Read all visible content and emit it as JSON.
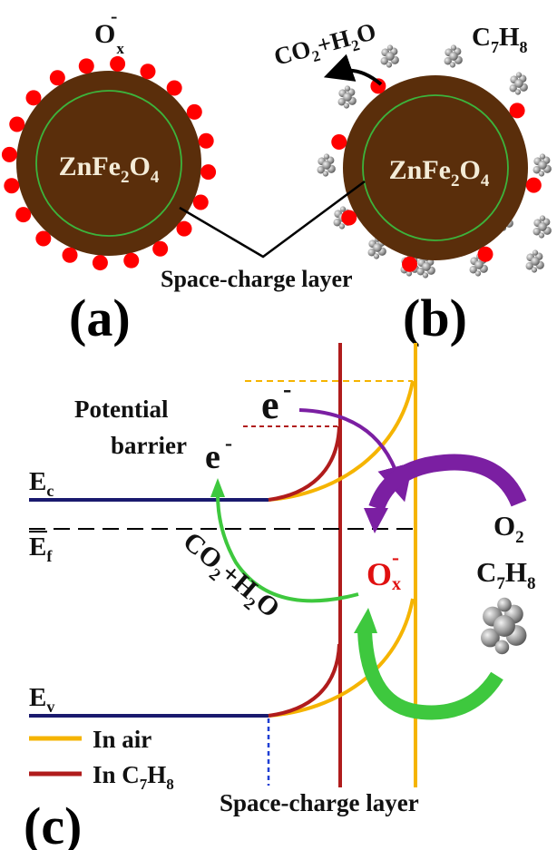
{
  "panel_a": {
    "label": "(a)",
    "particle": {
      "base": "ZnFe",
      "sub1": "2",
      "mid": "O",
      "sub2": "4"
    },
    "adsorbed": {
      "base": "O",
      "sup": "-",
      "sub": "x"
    }
  },
  "panel_b": {
    "label": "(b)",
    "particle": {
      "base": "ZnFe",
      "sub1": "2",
      "mid": "O",
      "sub2": "4"
    },
    "product": {
      "p1": "CO",
      "s1": "2",
      "p2": "+H",
      "s2": "2",
      "p3": "O"
    },
    "gas": {
      "p1": "C",
      "s1": "7",
      "p2": "H",
      "s2": "8"
    }
  },
  "shared": {
    "space_charge_label": "Space-charge layer"
  },
  "panel_c": {
    "label": "(c)",
    "potential_barrier": [
      "Potential",
      "barrier"
    ],
    "ec": {
      "base": "E",
      "sub": "c"
    },
    "ef": {
      "base": "E",
      "sub": "f"
    },
    "ev": {
      "base": "E",
      "sub": "v"
    },
    "electron": {
      "base": "e",
      "sup": "-"
    },
    "o2": {
      "base": "O",
      "sub": "2"
    },
    "ox": {
      "base": "O",
      "sup": "-",
      "sub": "x"
    },
    "c7h8": {
      "p1": "C",
      "s1": "7",
      "p2": "H",
      "s2": "8"
    },
    "co2h2o": {
      "p1": "CO",
      "s1": "2",
      "p2": "+H",
      "s2": "2",
      "p3": "O"
    },
    "legend": [
      {
        "label": "In air",
        "color": "#f5b400"
      },
      {
        "label_parts": {
          "p1": "In C",
          "s1": "7",
          "p2": "H",
          "s2": "8"
        },
        "color": "#b01c1c"
      }
    ],
    "space_charge_label": "Space-charge layer"
  },
  "colors": {
    "particle": "#5a2e0b",
    "particle_ring": "#3cb43c",
    "oxygen": "#ff0000",
    "band": "#1a1a6e",
    "air": "#f5b400",
    "toluene": "#b01c1c",
    "arrow_purple": "#7b1fa2",
    "arrow_green": "#3ec83e",
    "ox_text": "#e01010"
  }
}
